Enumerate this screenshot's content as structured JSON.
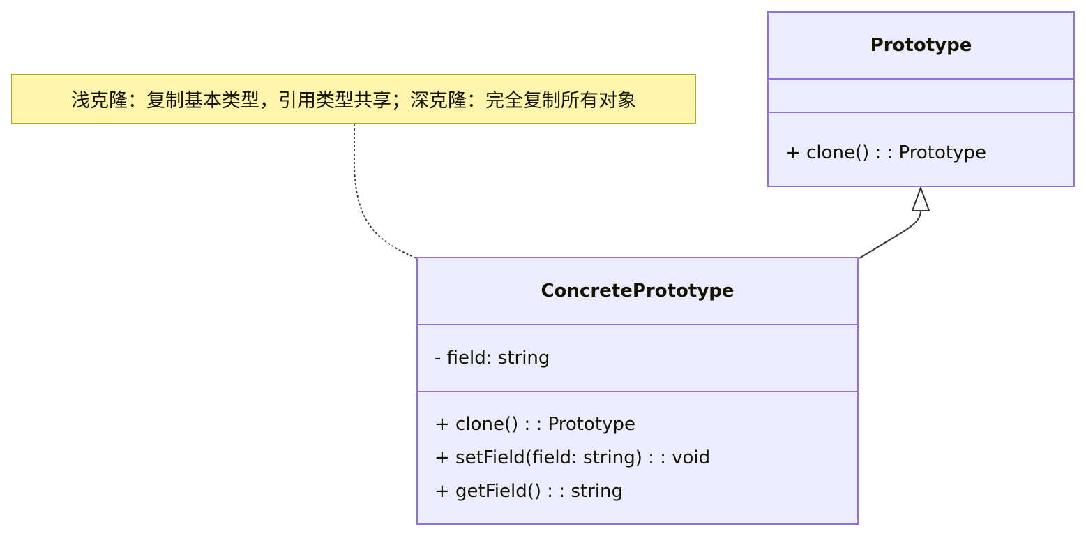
{
  "diagram": {
    "type": "uml-class-diagram",
    "note": {
      "text": "浅克隆：复制基本类型，引用类型共享；深克隆：完全复制所有对象",
      "attached_to": "ConcretePrototype"
    },
    "classes": [
      {
        "id": "Prototype",
        "name": "Prototype",
        "attributes": [],
        "methods": [
          "+ clone() : : Prototype"
        ]
      },
      {
        "id": "ConcretePrototype",
        "name": "ConcretePrototype",
        "attributes": [
          "- field: string"
        ],
        "methods": [
          "+ clone() : : Prototype",
          "+ setField(field: string) : : void",
          "+ getField() : : string"
        ]
      }
    ],
    "relations": [
      {
        "from": "ConcretePrototype",
        "to": "Prototype",
        "type": "inheritance"
      },
      {
        "from": "note",
        "to": "ConcretePrototype",
        "type": "note-link"
      }
    ],
    "colors": {
      "class_fill": "#ececff",
      "class_border": "#9370db",
      "note_fill": "#fff5ad",
      "note_border": "#aaaa33",
      "edge": "#333333",
      "text": "#131300"
    }
  }
}
